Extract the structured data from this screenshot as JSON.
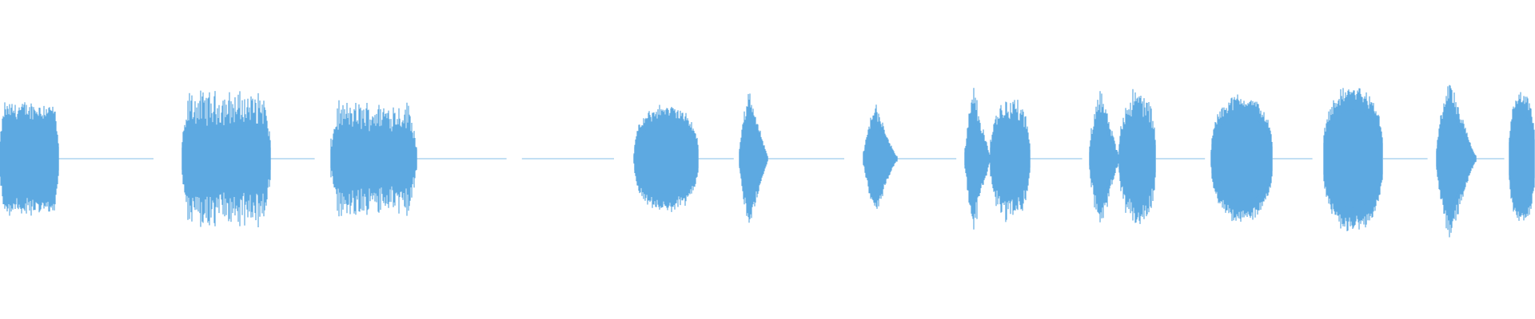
{
  "waveform": {
    "color": "#5DA9E1",
    "background": "#FFFFFF",
    "duration_s": 1.0,
    "peak": 1.0,
    "segments": [
      {
        "start": 0.0,
        "end": 0.038,
        "amp": 0.43,
        "shape": "flat",
        "jitter": 0.15
      },
      {
        "start": 0.119,
        "end": 0.176,
        "amp": 0.45,
        "shape": "flat",
        "jitter": 0.3
      },
      {
        "start": 0.216,
        "end": 0.271,
        "amp": 0.38,
        "shape": "flat",
        "jitter": 0.3
      },
      {
        "start": 0.413,
        "end": 0.455,
        "amp": 0.43,
        "shape": "round",
        "jitter": 0.1
      },
      {
        "start": 0.482,
        "end": 0.5,
        "amp": 0.58,
        "shape": "spike",
        "jitter": 0.1
      },
      {
        "start": 0.563,
        "end": 0.584,
        "amp": 0.46,
        "shape": "spike",
        "jitter": 0.1
      },
      {
        "start": 0.629,
        "end": 0.645,
        "amp": 0.56,
        "shape": "spike",
        "jitter": 0.2
      },
      {
        "start": 0.645,
        "end": 0.671,
        "amp": 0.46,
        "shape": "round",
        "jitter": 0.2
      },
      {
        "start": 0.71,
        "end": 0.729,
        "amp": 0.59,
        "shape": "spike",
        "jitter": 0.2
      },
      {
        "start": 0.729,
        "end": 0.753,
        "amp": 0.51,
        "shape": "round",
        "jitter": 0.2
      },
      {
        "start": 0.789,
        "end": 0.829,
        "amp": 0.52,
        "shape": "round",
        "jitter": 0.08
      },
      {
        "start": 0.862,
        "end": 0.901,
        "amp": 0.59,
        "shape": "round",
        "jitter": 0.08
      },
      {
        "start": 0.936,
        "end": 0.961,
        "amp": 0.65,
        "shape": "spike",
        "jitter": 0.12
      },
      {
        "start": 0.983,
        "end": 1.0,
        "amp": 0.53,
        "shape": "round",
        "jitter": 0.08
      }
    ],
    "silence_regions": [
      {
        "start": 0.038,
        "end": 0.1
      },
      {
        "start": 0.176,
        "end": 0.205
      },
      {
        "start": 0.271,
        "end": 0.33
      },
      {
        "start": 0.34,
        "end": 0.4
      },
      {
        "start": 0.455,
        "end": 0.478
      },
      {
        "start": 0.5,
        "end": 0.55
      },
      {
        "start": 0.584,
        "end": 0.623
      },
      {
        "start": 0.671,
        "end": 0.705
      },
      {
        "start": 0.753,
        "end": 0.785
      },
      {
        "start": 0.829,
        "end": 0.855
      },
      {
        "start": 0.901,
        "end": 0.93
      },
      {
        "start": 0.961,
        "end": 0.98
      }
    ]
  }
}
